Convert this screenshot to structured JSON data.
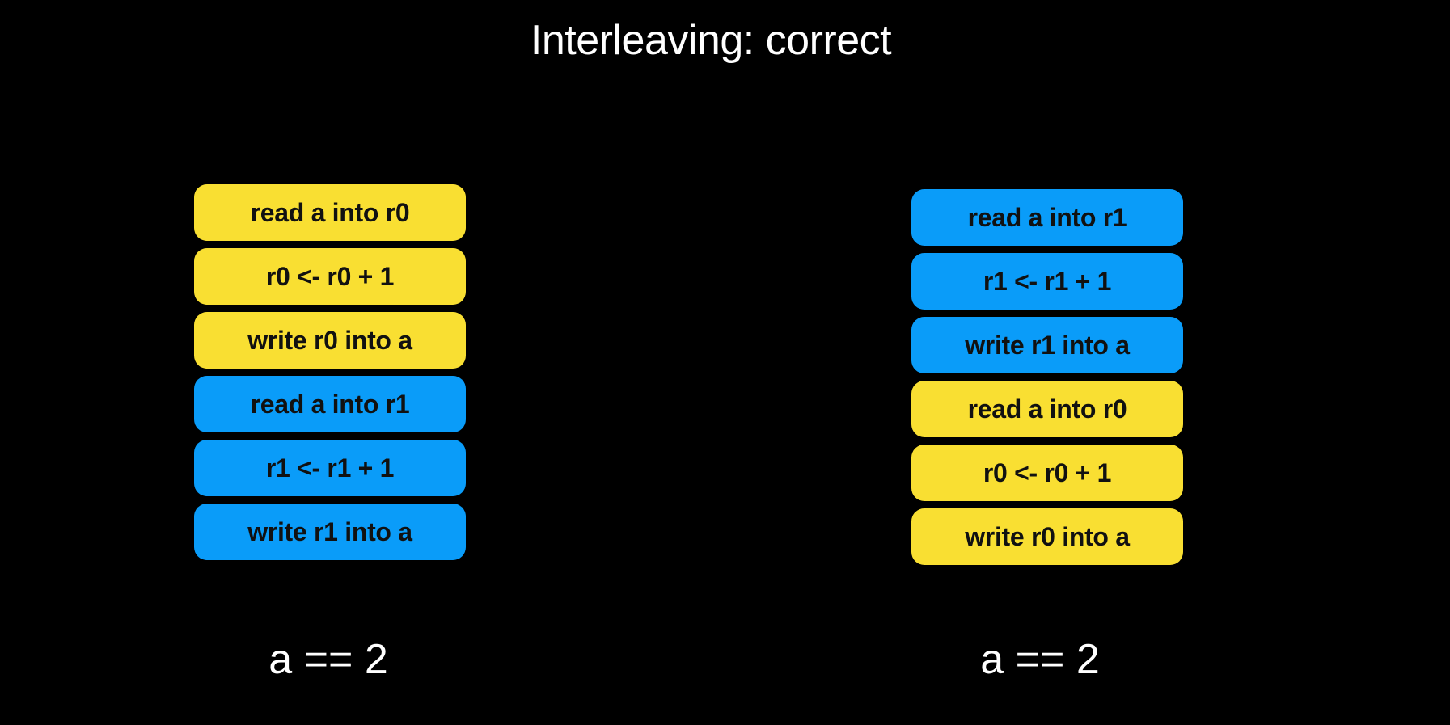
{
  "title": "Interleaving: correct",
  "colors": {
    "thread0": "#f9df32",
    "thread1": "#0a9cf9",
    "background": "#000000"
  },
  "left": {
    "steps": [
      {
        "label": "read a into r0",
        "thread": "thread0"
      },
      {
        "label": "r0 <- r0 + 1",
        "thread": "thread0"
      },
      {
        "label": "write r0 into a",
        "thread": "thread0"
      },
      {
        "label": "read a into r1",
        "thread": "thread1"
      },
      {
        "label": "r1 <- r1 + 1",
        "thread": "thread1"
      },
      {
        "label": "write r1 into a",
        "thread": "thread1"
      }
    ],
    "result": "a == 2"
  },
  "right": {
    "steps": [
      {
        "label": "read a into r1",
        "thread": "thread1"
      },
      {
        "label": "r1 <- r1 + 1",
        "thread": "thread1"
      },
      {
        "label": "write r1 into a",
        "thread": "thread1"
      },
      {
        "label": "read a into r0",
        "thread": "thread0"
      },
      {
        "label": "r0 <- r0 + 1",
        "thread": "thread0"
      },
      {
        "label": "write r0 into a",
        "thread": "thread0"
      }
    ],
    "result": "a == 2"
  }
}
